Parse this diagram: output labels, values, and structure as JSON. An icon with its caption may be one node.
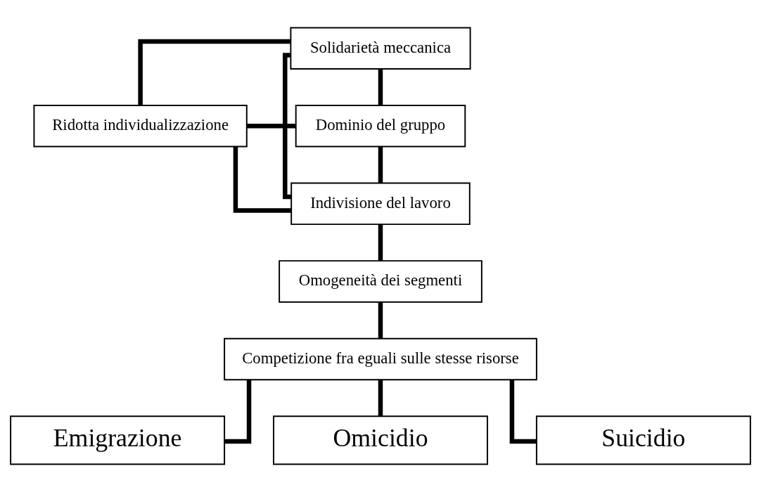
{
  "diagram": {
    "nodes": [
      {
        "text": [
          "Solidarietà meccanica"
        ]
      },
      {
        "text": [
          "Ridotta individualizzazione"
        ]
      },
      {
        "text": [
          "Dominio del gruppo"
        ]
      },
      {
        "text": [
          "Indivisione del lavoro"
        ]
      },
      {
        "text": [
          "Omogeneità dei segmenti"
        ]
      },
      {
        "text": [
          "Competizione fra eguali sulle stesse risorse"
        ]
      },
      {
        "text": [
          "Emigrazione"
        ]
      },
      {
        "text": [
          "Omicidio"
        ]
      },
      {
        "text": [
          "Suicidio"
        ]
      }
    ],
    "edges": [
      {
        "from": 0,
        "to": 1,
        "arrow": "none"
      },
      {
        "from": 0,
        "to": 2,
        "arrow": "none"
      },
      {
        "from": 0,
        "to": 3,
        "arrow": "none"
      },
      {
        "from": 1,
        "to": 2,
        "arrow": "none"
      },
      {
        "from": 1,
        "to": 3,
        "arrow": "none"
      },
      {
        "from": 2,
        "to": 3,
        "arrow": "none"
      },
      {
        "from": 3,
        "to": 4,
        "arrow": "none"
      },
      {
        "from": 4,
        "to": 5,
        "arrow": "none"
      },
      {
        "from": 5,
        "to": 6,
        "arrow": "none"
      },
      {
        "from": 5,
        "to": 7,
        "arrow": "none"
      },
      {
        "from": 5,
        "to": 8,
        "arrow": "none"
      }
    ]
  }
}
